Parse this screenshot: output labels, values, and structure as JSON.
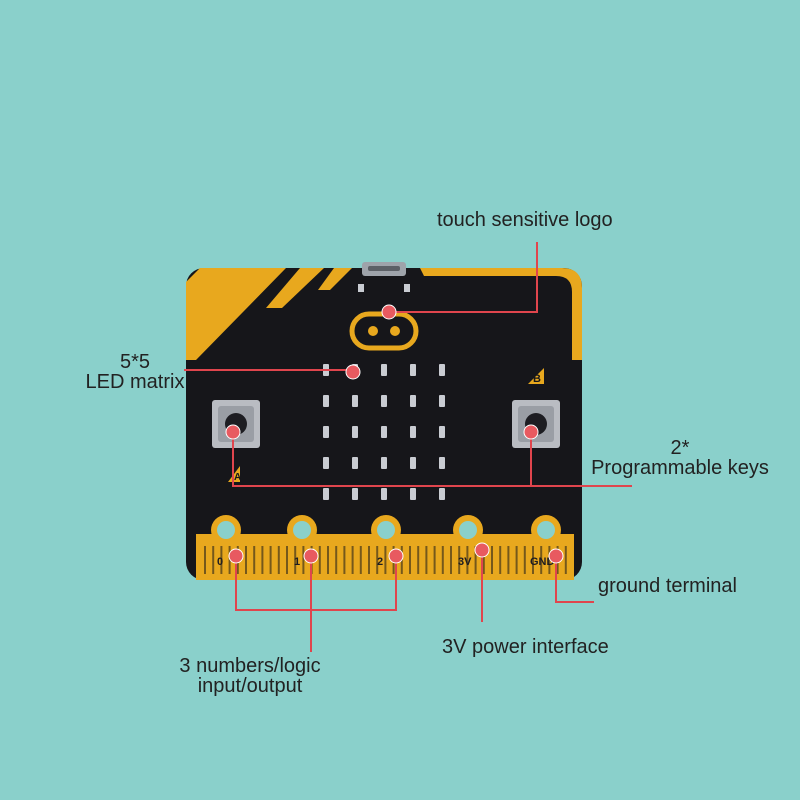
{
  "colors": {
    "background": "#8ad0cb",
    "board": "#16161a",
    "gold": "#e8a81e",
    "callout": "#e0454d",
    "led": "#c9ccd2"
  },
  "labels": {
    "touch_logo": "touch sensitive logo",
    "led_matrix_line1": "5*5",
    "led_matrix_line2": "LED matrix",
    "keys_line1": "2*",
    "keys_line2": "Programmable keys",
    "ground": "ground terminal",
    "power": "3V power interface",
    "io_line1": "3 numbers/logic",
    "io_line2": "input/output"
  },
  "board_text": {
    "button_a": "A",
    "button_b": "B",
    "pin_0": "0",
    "pin_1": "1",
    "pin_2": "2",
    "pin_3v": "3V",
    "pin_gnd": "GND"
  }
}
